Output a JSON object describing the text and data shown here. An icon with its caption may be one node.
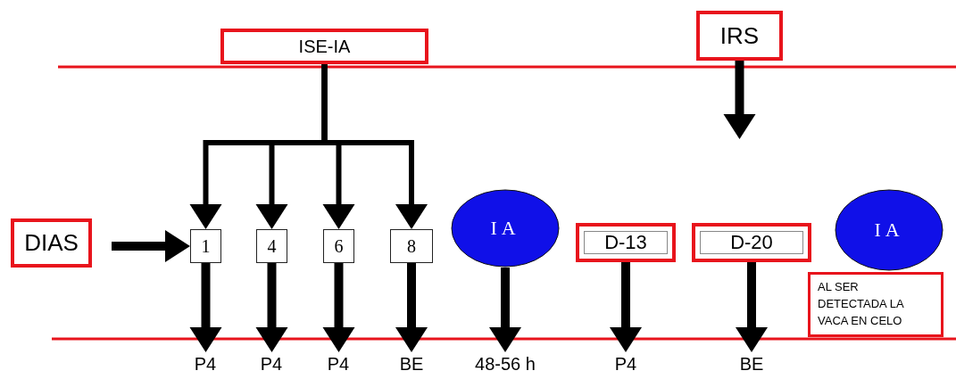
{
  "diagram": {
    "nodes": [
      {
        "text": [
          "ISE-IA"
        ]
      },
      {
        "text": [
          "IRS"
        ]
      },
      {
        "text": [
          "DIAS"
        ]
      },
      {
        "text": [
          "1"
        ]
      },
      {
        "text": [
          "4"
        ]
      },
      {
        "text": [
          "6"
        ]
      },
      {
        "text": [
          "8"
        ]
      },
      {
        "text": [
          "IA"
        ]
      },
      {
        "text": [
          "D-13"
        ]
      },
      {
        "text": [
          "D-20"
        ]
      },
      {
        "text": [
          "IA"
        ]
      },
      {
        "text": [
          "AL SER DETECTADA LA VACA EN CELO"
        ]
      },
      {
        "text": [
          "P4"
        ]
      },
      {
        "text": [
          "P4"
        ]
      },
      {
        "text": [
          "P4"
        ]
      },
      {
        "text": [
          "BE"
        ]
      },
      {
        "text": [
          "48-56 h"
        ]
      },
      {
        "text": [
          "P4"
        ]
      },
      {
        "text": [
          "BE"
        ]
      }
    ],
    "edges": [
      {
        "from": 0,
        "to": 3,
        "arrow": "to"
      },
      {
        "from": 0,
        "to": 4,
        "arrow": "to"
      },
      {
        "from": 0,
        "to": 5,
        "arrow": "to"
      },
      {
        "from": 0,
        "to": 6,
        "arrow": "to"
      },
      {
        "from": 1,
        "to": null,
        "arrow": "to"
      },
      {
        "from": 2,
        "to": 3,
        "arrow": "to"
      },
      {
        "from": 3,
        "to": 12,
        "arrow": "to"
      },
      {
        "from": 4,
        "to": 13,
        "arrow": "to"
      },
      {
        "from": 5,
        "to": 14,
        "arrow": "to"
      },
      {
        "from": 6,
        "to": 15,
        "arrow": "to"
      },
      {
        "from": 7,
        "to": 16,
        "arrow": "to"
      },
      {
        "from": 8,
        "to": 17,
        "arrow": "to"
      },
      {
        "from": 9,
        "to": 18,
        "arrow": "to"
      }
    ]
  }
}
